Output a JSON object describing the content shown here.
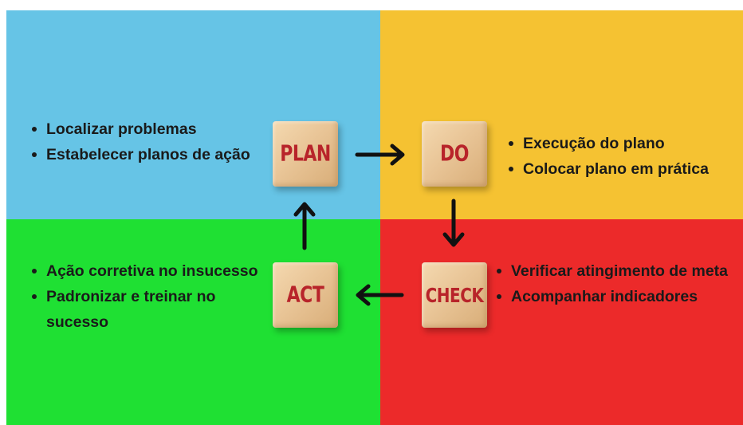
{
  "plan": {
    "cube_label": "PLAN",
    "items": [
      "Localizar problemas",
      "Estabelecer planos de ação"
    ]
  },
  "do": {
    "cube_label": "DO",
    "items": [
      "Execução do plano",
      "Colocar plano em prática"
    ]
  },
  "check": {
    "cube_label": "CHECK",
    "items": [
      "Verificar atingimento de meta",
      "Acompanhar indicadores"
    ]
  },
  "act": {
    "cube_label": "ACT",
    "items": [
      "Ação corretiva no insucesso",
      "Padronizar e treinar no sucesso"
    ]
  },
  "colors": {
    "plan_bg": "#66c4e6",
    "do_bg": "#f5c232",
    "check_bg": "#ec2a2a",
    "act_bg": "#1fe033",
    "cube_text": "#b8242a",
    "arrow": "#111111"
  }
}
